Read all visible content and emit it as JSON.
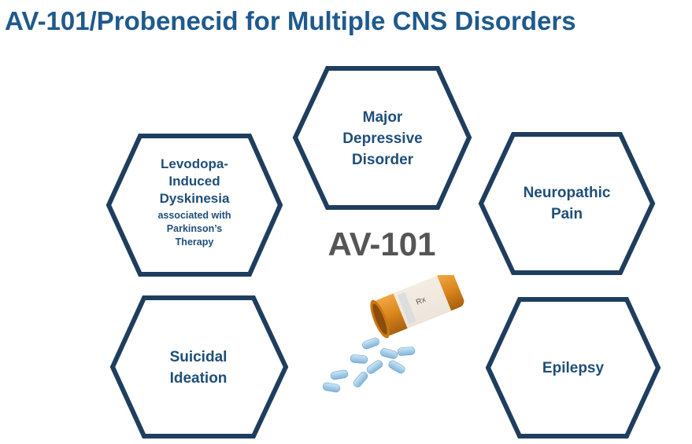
{
  "title": "AV-101/Probenecid for Multiple CNS Disorders",
  "center_label": "AV-101",
  "colors": {
    "title": "#1f5a8c",
    "hex_stroke": "#1f3e5e",
    "hex_text": "#1f4e79",
    "center_text": "#555555",
    "bottle": "#d9861c",
    "pill": "#8fc3e6"
  },
  "hexagons": [
    {
      "id": "levodopa",
      "lines": [
        "Levodopa-",
        "Induced",
        "Dyskinesia"
      ],
      "sub_lines": [
        "associated with",
        "Parkinson’s",
        "Therapy"
      ]
    },
    {
      "id": "mdd",
      "lines": [
        "Major",
        "Depressive",
        "Disorder"
      ]
    },
    {
      "id": "neuropathic",
      "lines": [
        "Neuropathic",
        "Pain"
      ]
    },
    {
      "id": "suicidal",
      "lines": [
        "Suicidal",
        "Ideation"
      ]
    },
    {
      "id": "epilepsy",
      "lines": [
        "Epilepsy"
      ]
    }
  ],
  "image": {
    "icon": "pill-bottle-icon",
    "label_glyph": "Rx"
  }
}
